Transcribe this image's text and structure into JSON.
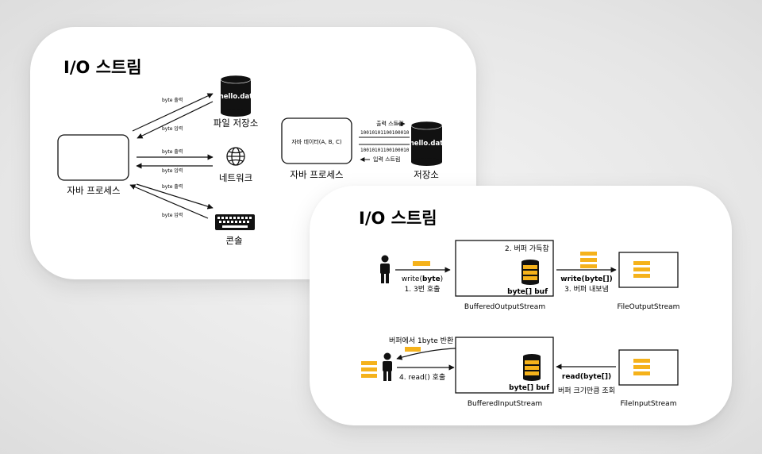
{
  "top_card": {
    "title": "I/O 스트림",
    "process_label": "자바 프로세스",
    "file_store_label": "파일 저장소",
    "network_label": "네트워크",
    "console_label": "콘솔",
    "db_label": "hello.dat",
    "arrow_out": "byte 출력",
    "arrow_in": "byte 입력",
    "stream_box_text": "자바 데이터(A, B, C)",
    "stream_process_label": "자바 프로세스",
    "stream_store_label": "저장소",
    "output_stream_label": "출력 스트림",
    "input_stream_label": "입력 스트림",
    "bits": "10010101100100010"
  },
  "bottom_card": {
    "title": "I/O 스트림",
    "buffer_full": "2. 버퍼 가득참",
    "buf_label": "byte[] buf",
    "write_byte": "write(byte)",
    "write_byte_bold": "byte",
    "call3": "1. 3번 호출",
    "write_bytes": "write(byte[])",
    "flush": "3. 버퍼 내보냄",
    "buffered_output": "BufferedOutputStream",
    "file_output": "FileOutputStream",
    "return_1byte": "버퍼에서 1byte 반환",
    "read_call": "4. read() 호출",
    "read_bytes": "read(byte[])",
    "read_buffer_size": "버퍼 크기만큼 조회",
    "buffered_input": "BufferedInputStream",
    "file_input": "FileInputStream"
  },
  "colors": {
    "accent": "#F5B21B",
    "line": "#111111"
  }
}
